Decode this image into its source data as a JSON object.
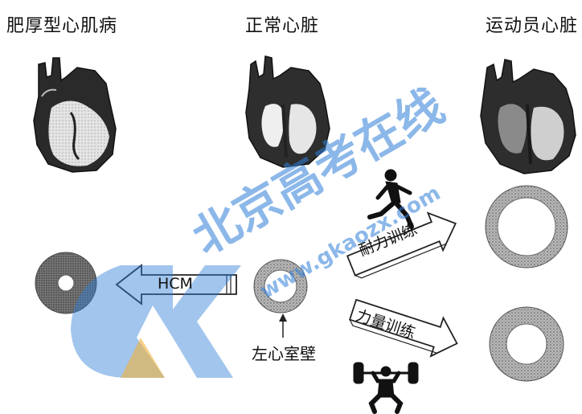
{
  "titles": {
    "hcm": "肥厚型心肌病",
    "normal": "正常心脏",
    "athlete": "运动员心脏"
  },
  "arrows": {
    "hcm": "HCM",
    "endurance": "耐力训练",
    "strength": "力量训练"
  },
  "labels": {
    "lv_wall": "左心室壁"
  },
  "watermark": {
    "main": "北京高考在线",
    "url": "www.gkaozx.com",
    "color": "#2f7fd8",
    "accent": "#f2b23a"
  }
}
